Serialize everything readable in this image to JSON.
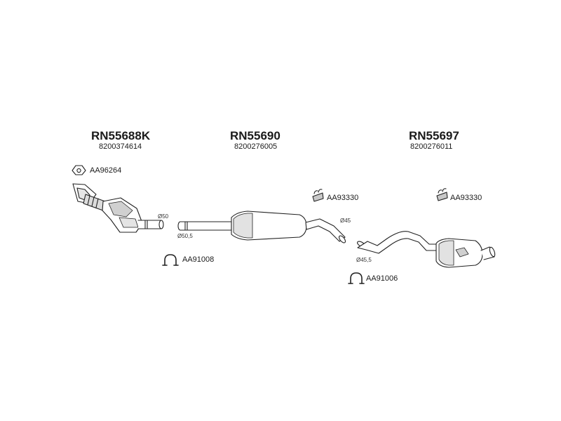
{
  "colors": {
    "line": "#222222",
    "fill": "#ffffff",
    "shade": "#c8c8c8",
    "text": "#1a1a1a"
  },
  "sections": [
    {
      "code": "RN55688K",
      "oem": "8200374614"
    },
    {
      "code": "RN55690",
      "oem": "8200276005"
    },
    {
      "code": "RN55697",
      "oem": "8200276011"
    }
  ],
  "accessories": [
    {
      "icon": "triangle-gasket-icon",
      "label": "AA96264"
    },
    {
      "icon": "clamp-icon",
      "label": "AA91008"
    },
    {
      "icon": "hanger-icon",
      "label": "AA93330"
    },
    {
      "icon": "clamp-icon",
      "label": "AA91006"
    },
    {
      "icon": "hanger-icon",
      "label": "AA93330"
    }
  ],
  "diameters": [
    "Ø50",
    "Ø50,5",
    "Ø45",
    "Ø45,5"
  ]
}
